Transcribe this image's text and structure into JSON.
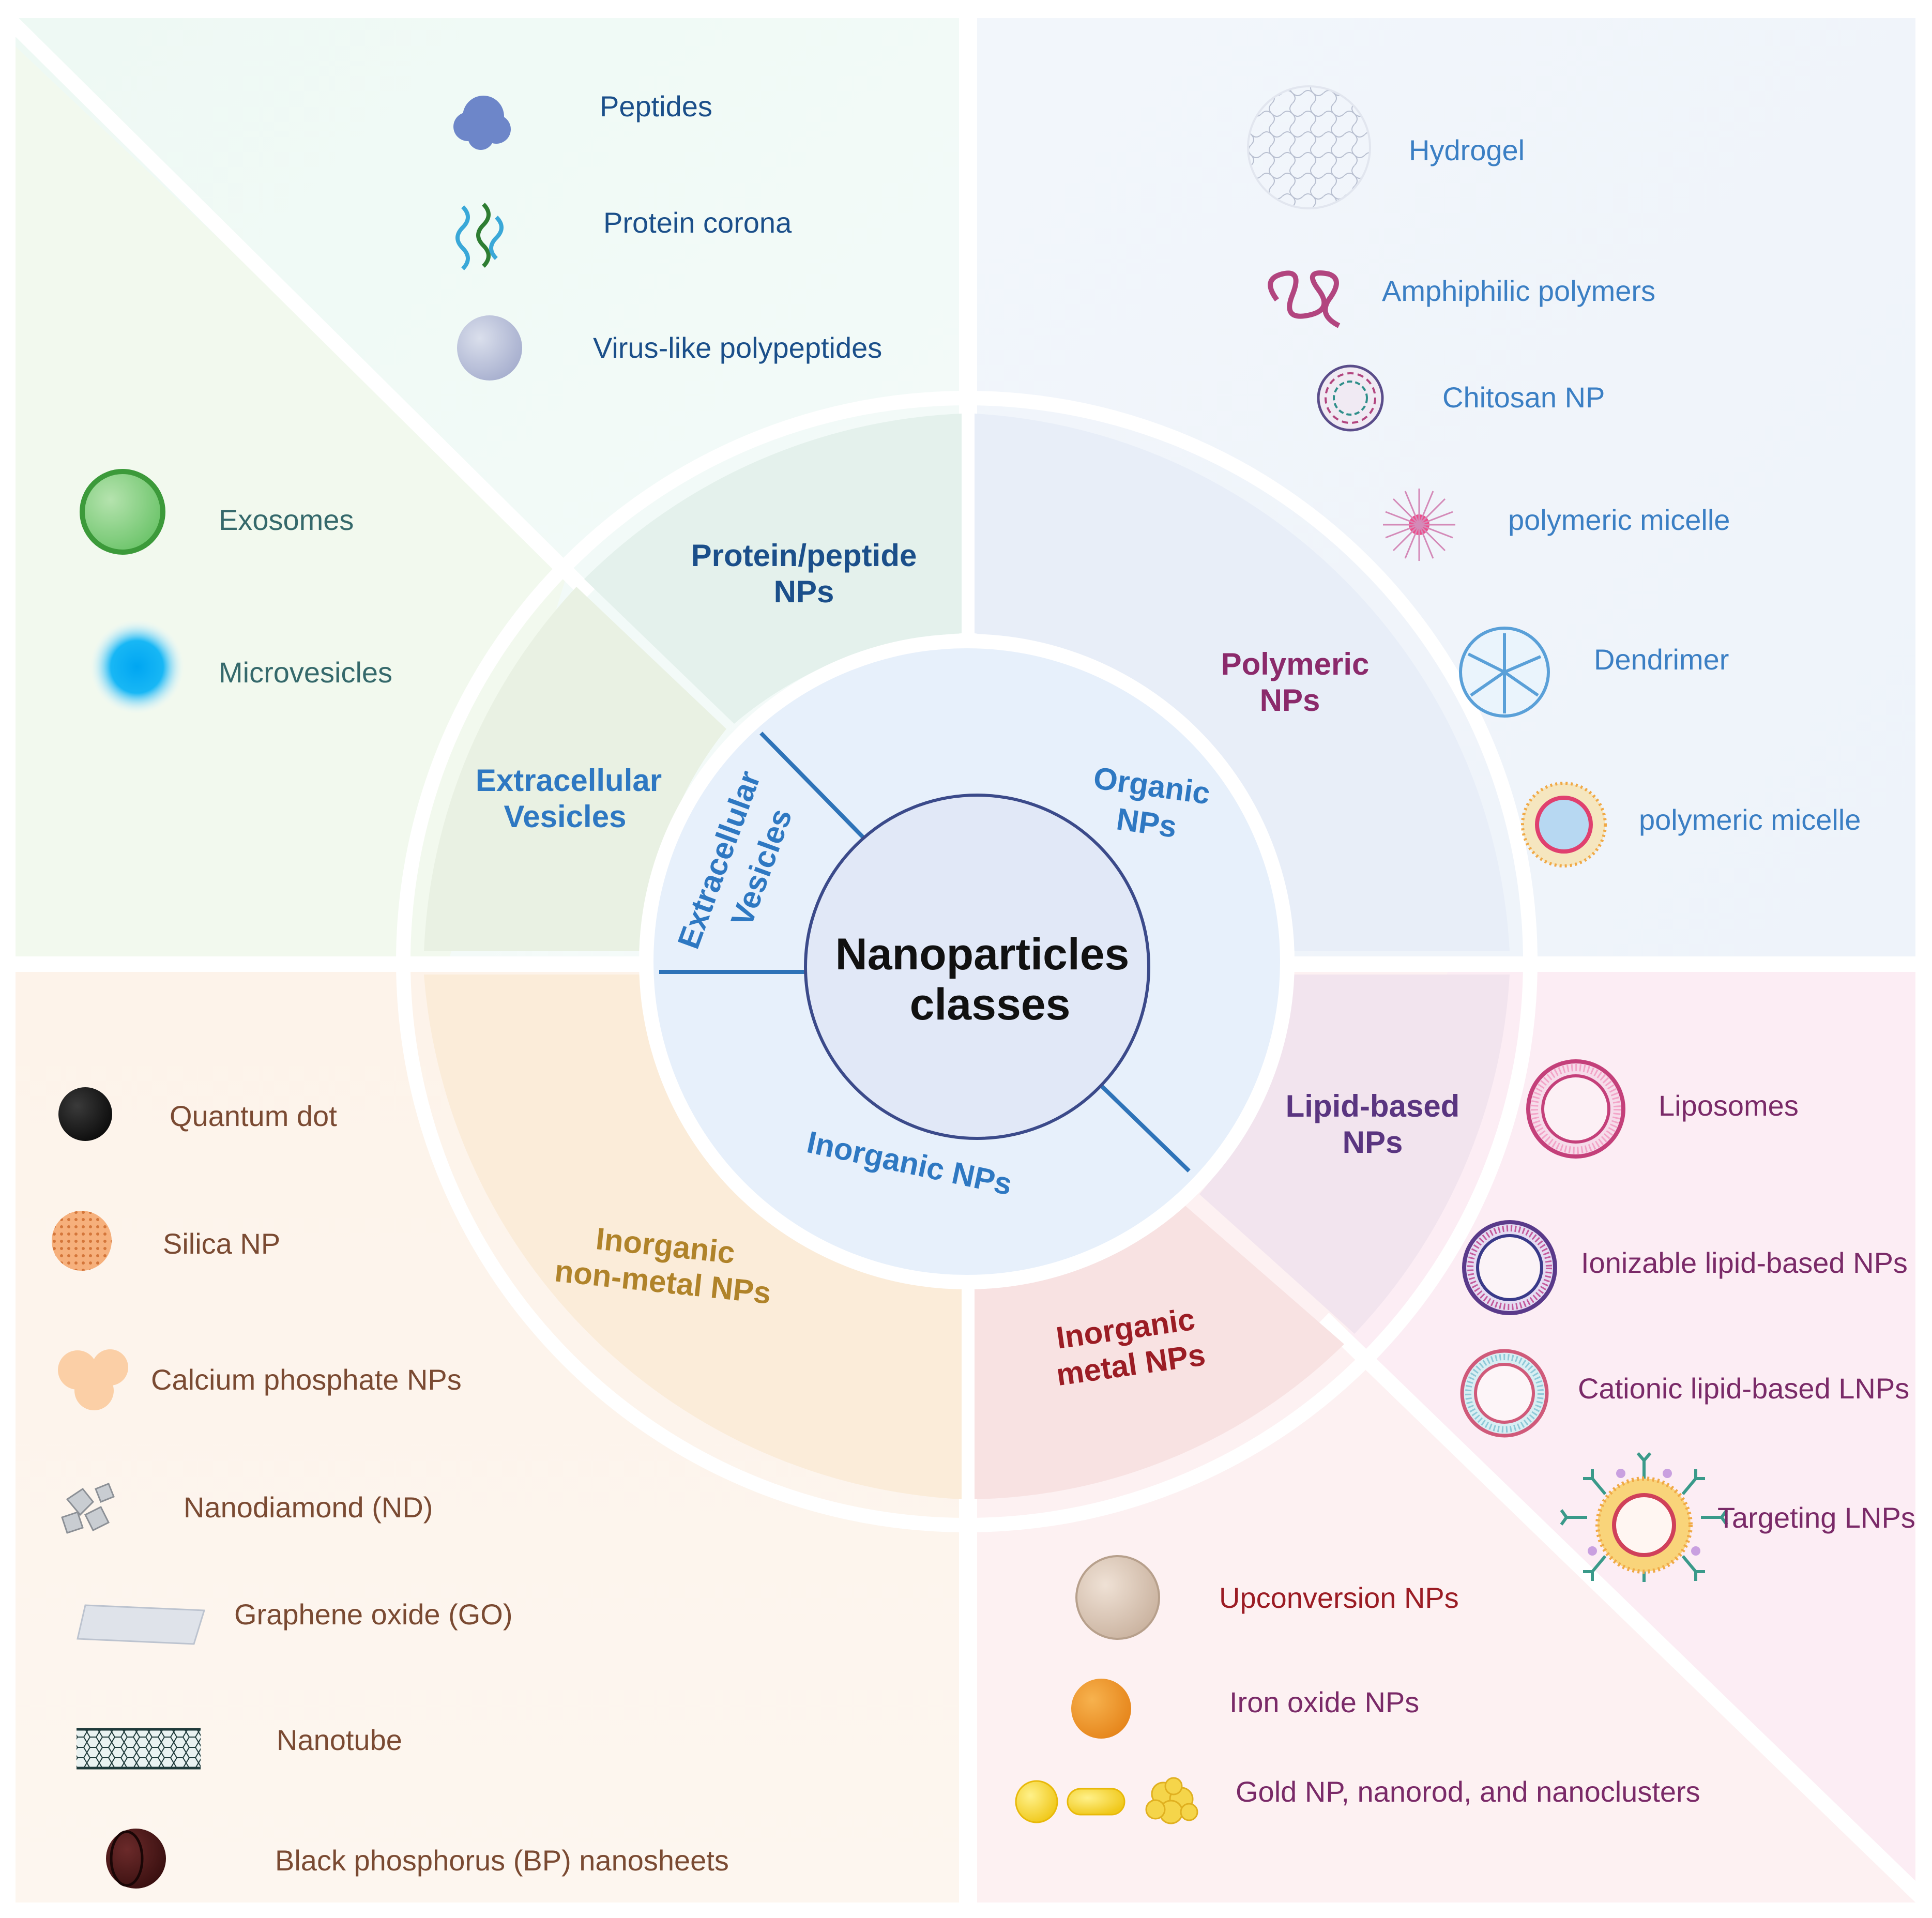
{
  "center": {
    "line1": "Nanoparticles",
    "line2": "classes"
  },
  "inner_ring": {
    "organic": {
      "line1": "Organic",
      "line2": "NPs"
    },
    "inorganic": "Inorganic NPs",
    "extracellular": {
      "line1": "Extracellular",
      "line2": "Vesicles"
    }
  },
  "middle_ring": {
    "protein": {
      "line1": "Protein/peptide",
      "line2": "NPs"
    },
    "polymeric": {
      "line1": "Polymeric",
      "line2": "NPs"
    },
    "lipid": {
      "line1": "Lipid-based",
      "line2": "NPs"
    },
    "metal": {
      "line1": "Inorganic",
      "line2": "metal NPs"
    },
    "nonmetal": {
      "line1": "Inorganic",
      "line2": "non-metal NPs"
    },
    "extracellular": {
      "line1": "Extracellular",
      "line2": "Vesicles"
    }
  },
  "outer": {
    "protein_items": [
      "Peptides",
      "Protein corona",
      "Virus-like polypeptides"
    ],
    "polymeric_items": [
      "Hydrogel",
      "Amphiphilic polymers",
      "Chitosan NP",
      "polymeric micelle",
      "Dendrimer",
      "polymeric micelle"
    ],
    "ev_items": [
      "Exosomes",
      "Microvesicles"
    ],
    "nonmetal_items": [
      "Quantum dot",
      "Silica NP",
      "Calcium phosphate NPs",
      "Nanodiamond (ND)",
      "Graphene oxide (GO)",
      "Nanotube",
      "Black phosphorus (BP) nanosheets"
    ],
    "lipid_items": [
      "Liposomes",
      "Ionizable lipid-based NPs",
      "Cationic lipid-based LNPs",
      "Targeting LNPs"
    ],
    "metal_items": [
      "Upconversion NPs",
      "Iron oxide NPs",
      "Gold NP, nanorod, and nanoclusters"
    ]
  },
  "colors": {
    "protein": "#1b4f8a",
    "polymeric": "#8b2a6b",
    "organic": "#2e78c2",
    "lipid": "#5a3580",
    "metal": "#9b1c24",
    "nonmetal": "#b0832a",
    "ev": "#2e78c2",
    "outer_item_blue": "#3b7fc4",
    "outer_item_teal": "#35696b",
    "outer_item_brown": "#7a4a32",
    "outer_item_purple": "#7a2a68"
  },
  "icons": {
    "protein": [
      "peptide-cluster-icon",
      "protein-ribbon-icon",
      "vlp-sphere-icon"
    ],
    "polymeric": [
      "hydrogel-mesh-icon",
      "amphiphilic-polymer-icon",
      "chitosan-np-icon",
      "micelle-burst-icon",
      "dendrimer-icon",
      "polymeric-micelle-icon"
    ],
    "ev": [
      "exosome-icon",
      "microvesicle-icon"
    ],
    "nonmetal": [
      "quantum-dot-icon",
      "silica-np-icon",
      "calcium-phosphate-icon",
      "nanodiamond-icon",
      "graphene-oxide-icon",
      "nanotube-icon",
      "black-phosphorus-icon"
    ],
    "lipid": [
      "liposome-icon",
      "ionizable-lnp-icon",
      "cationic-lnp-icon",
      "targeting-lnp-icon"
    ],
    "metal": [
      "upconversion-np-icon",
      "iron-oxide-icon",
      "gold-nanostructures-icon"
    ]
  }
}
